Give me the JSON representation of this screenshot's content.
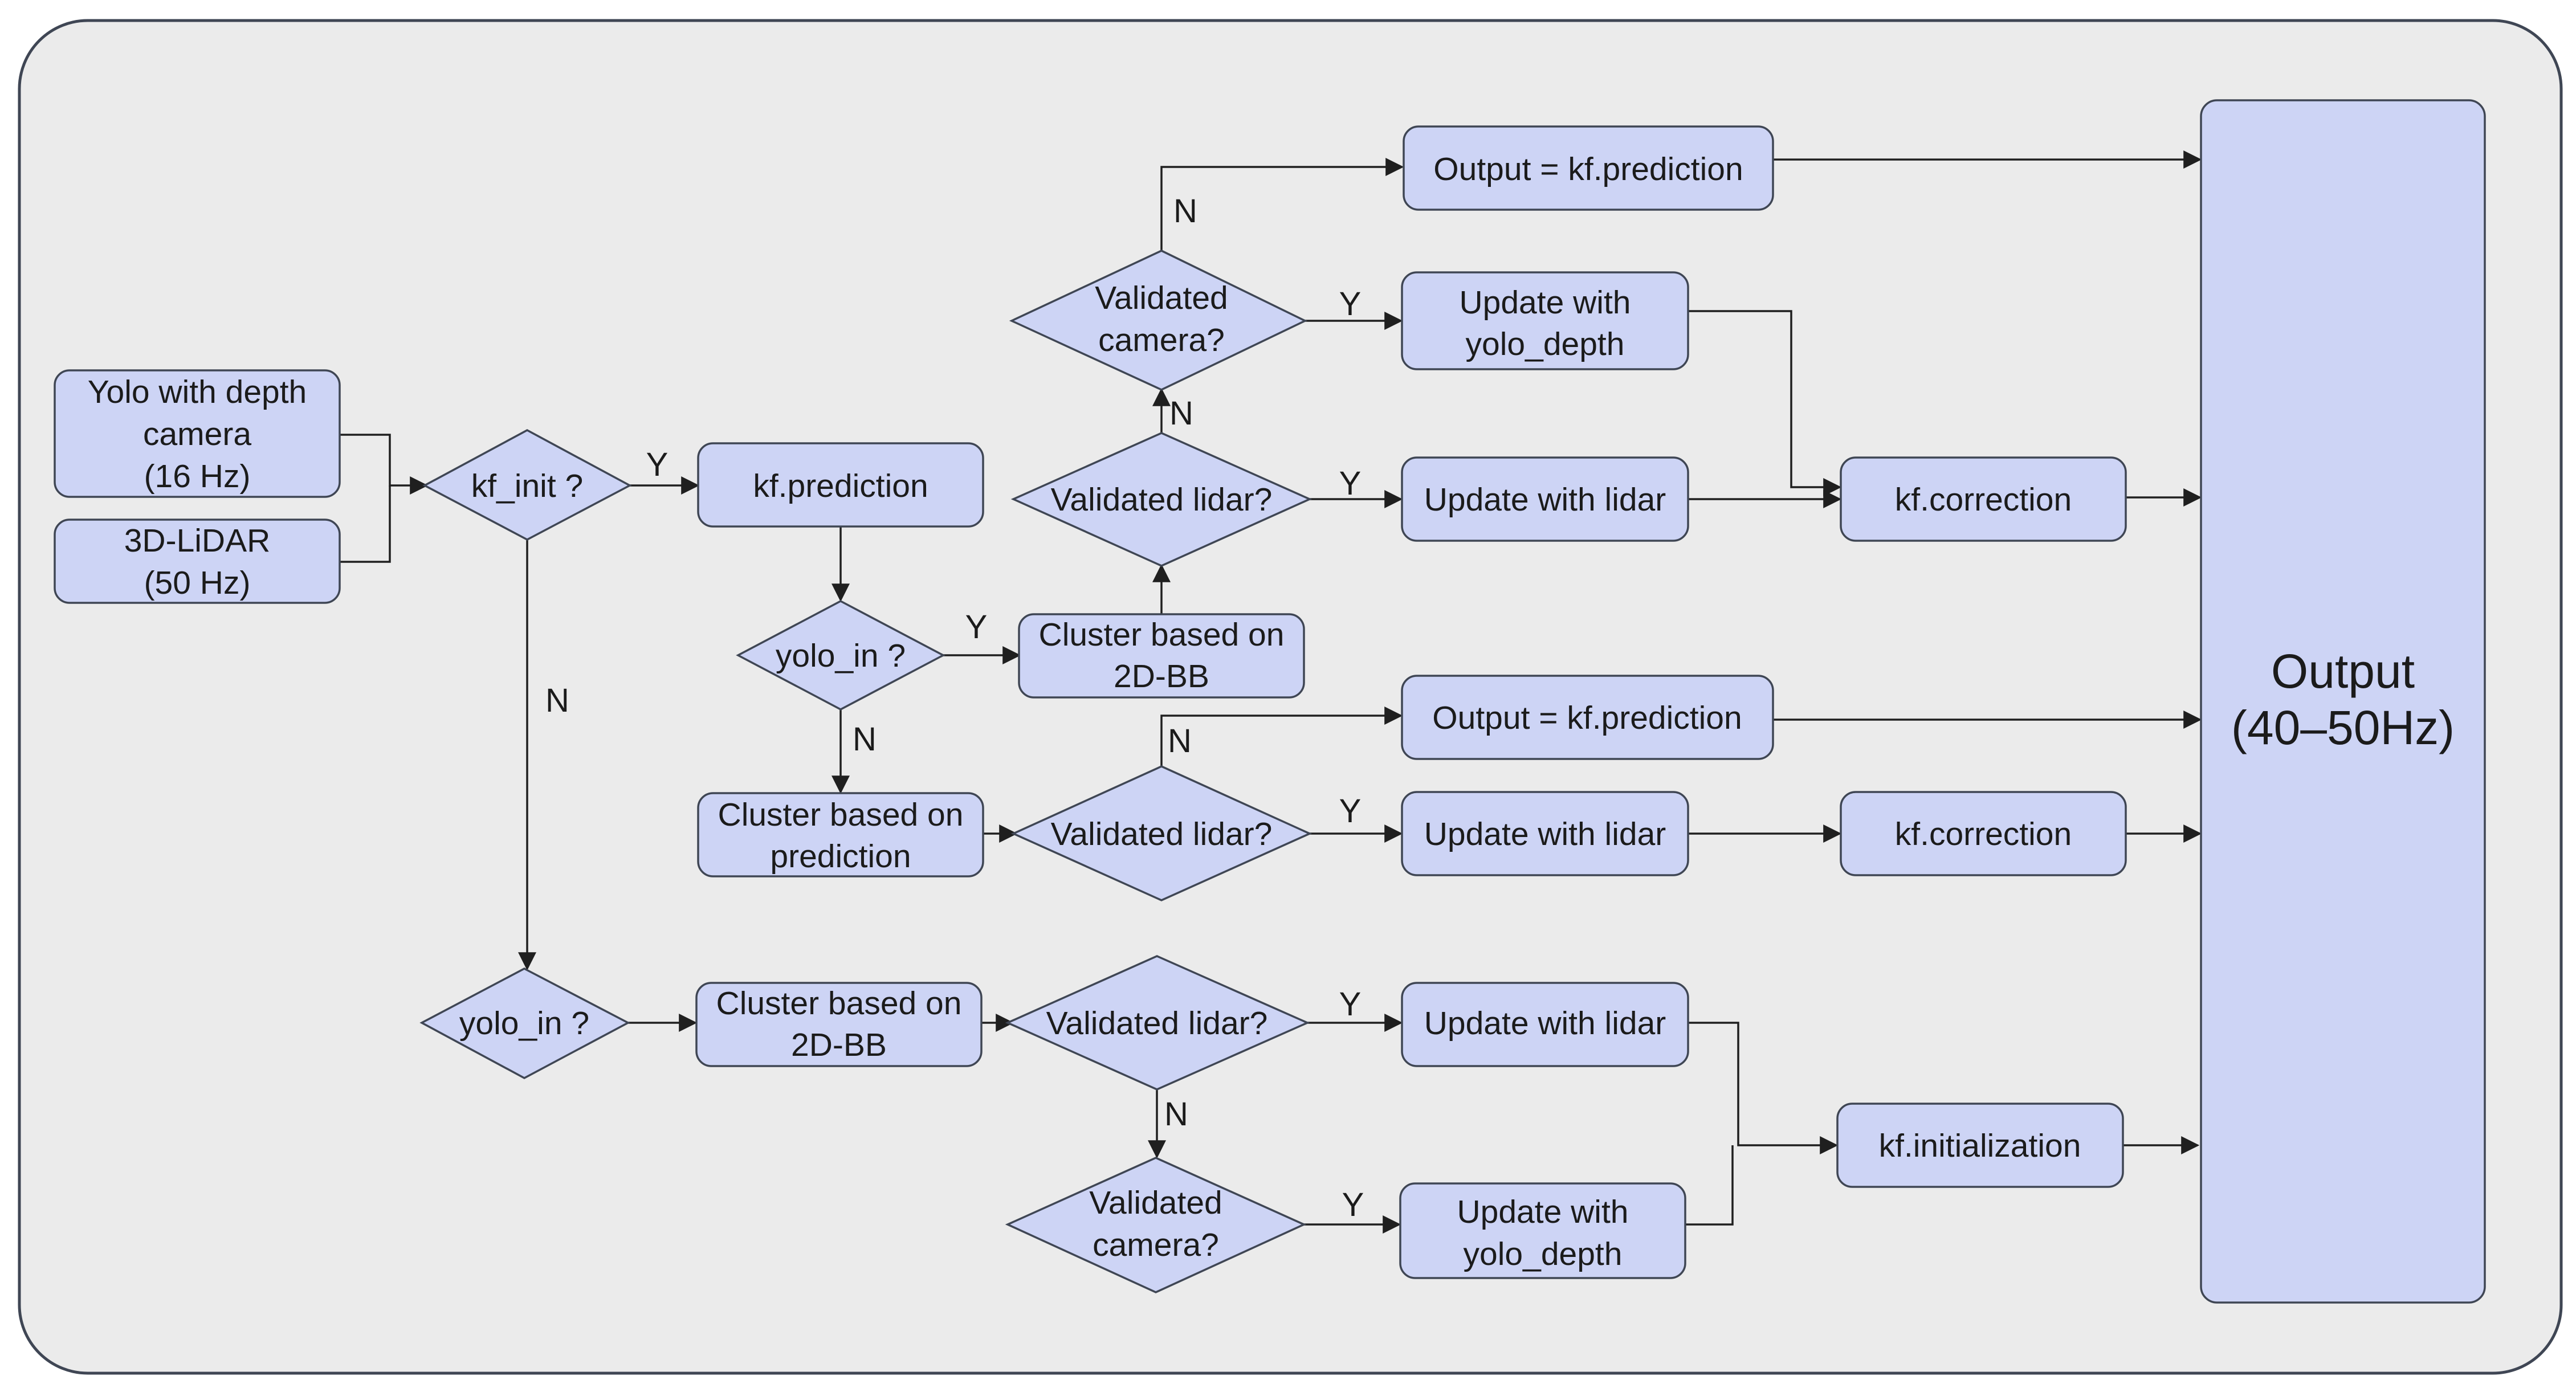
{
  "nodes": {
    "yolo_camera": [
      "Yolo with depth",
      "camera",
      "(16 Hz)"
    ],
    "lidar_in": [
      "3D-LiDAR",
      "(50 Hz)"
    ],
    "kf_init_q": [
      "kf_init ?"
    ],
    "kf_prediction": [
      "kf.prediction"
    ],
    "yolo_in_q1": [
      "yolo_in ?"
    ],
    "cluster_2dbb_1": [
      "Cluster based on",
      "2D-BB"
    ],
    "val_lidar_1": [
      "Validated lidar?"
    ],
    "val_camera_1": [
      "Validated",
      "camera?"
    ],
    "out_pred_1": [
      "Output = kf.prediction"
    ],
    "upd_yolo_1": [
      "Update with",
      "yolo_depth"
    ],
    "upd_lidar_1": [
      "Update with lidar"
    ],
    "kf_corr_1": [
      "kf.correction"
    ],
    "cluster_pred": [
      "Cluster based on",
      "prediction"
    ],
    "val_lidar_2": [
      "Validated lidar?"
    ],
    "out_pred_2": [
      "Output = kf.prediction"
    ],
    "upd_lidar_2": [
      "Update with lidar"
    ],
    "kf_corr_2": [
      "kf.correction"
    ],
    "yolo_in_q2": [
      "yolo_in ?"
    ],
    "cluster_2dbb_2": [
      "Cluster based on",
      "2D-BB"
    ],
    "val_lidar_3": [
      "Validated lidar?"
    ],
    "upd_lidar_3": [
      "Update with lidar"
    ],
    "val_camera_2": [
      "Validated",
      "camera?"
    ],
    "upd_yolo_2": [
      "Update with",
      "yolo_depth"
    ],
    "kf_initialization": [
      "kf.initialization"
    ],
    "output": [
      "Output",
      "(40–50Hz)"
    ]
  },
  "edge_labels": {
    "kf_init_yes": "Y",
    "kf_init_no": "N",
    "yolo_in1_yes": "Y",
    "yolo_in1_no": "N",
    "val_lidar1_yes": "Y",
    "val_lidar1_no": "N",
    "val_camera1_yes": "Y",
    "val_camera1_no": "N",
    "val_lidar2_yes": "Y",
    "val_lidar2_no": "N",
    "val_lidar3_yes": "Y",
    "val_lidar3_no": "N",
    "val_camera2_yes": "Y"
  }
}
